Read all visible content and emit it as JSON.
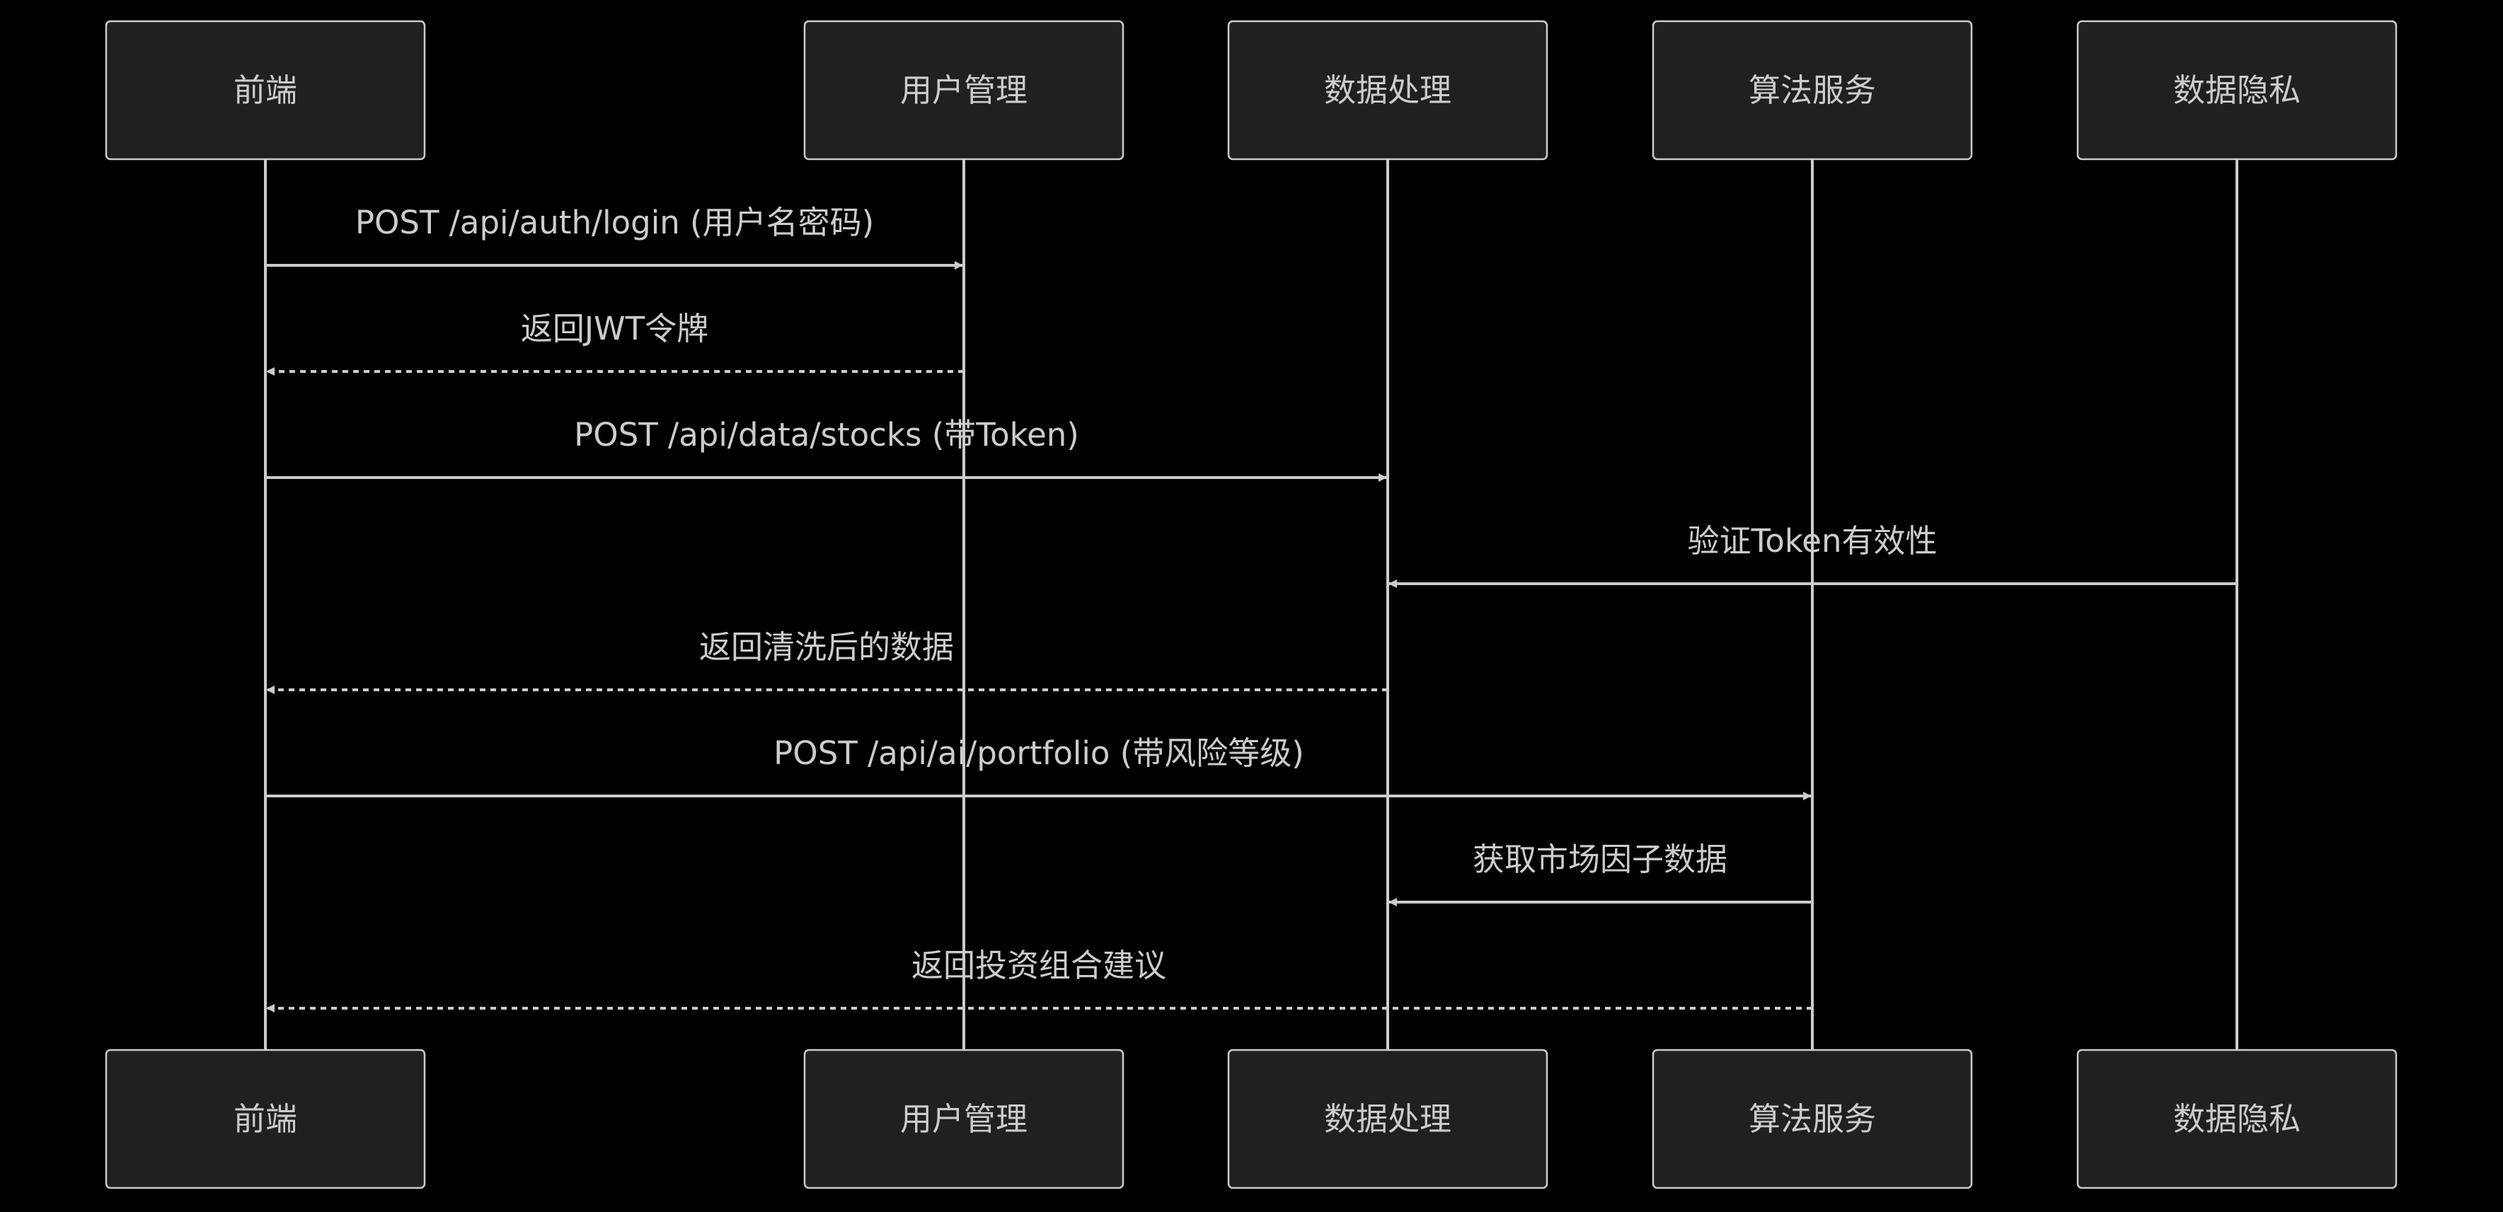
{
  "diagram": {
    "participants": [
      {
        "id": "frontend",
        "label": "前端"
      },
      {
        "id": "user_mgmt",
        "label": "用户管理"
      },
      {
        "id": "data_proc",
        "label": "数据处理"
      },
      {
        "id": "algo",
        "label": "算法服务"
      },
      {
        "id": "privacy",
        "label": "数据隐私"
      }
    ],
    "messages": [
      {
        "from": "frontend",
        "to": "user_mgmt",
        "label": "POST /api/auth/login (用户名密码)",
        "style": "solid"
      },
      {
        "from": "user_mgmt",
        "to": "frontend",
        "label": "返回JWT令牌",
        "style": "dashed"
      },
      {
        "from": "frontend",
        "to": "data_proc",
        "label": "POST /api/data/stocks (带Token)",
        "style": "solid"
      },
      {
        "from": "privacy",
        "to": "data_proc",
        "label": "验证Token有效性",
        "style": "solid"
      },
      {
        "from": "data_proc",
        "to": "frontend",
        "label": "返回清洗后的数据",
        "style": "dashed"
      },
      {
        "from": "frontend",
        "to": "algo",
        "label": "POST /api/ai/portfolio (带风险等级)",
        "style": "solid"
      },
      {
        "from": "algo",
        "to": "data_proc",
        "label": "获取市场因子数据",
        "style": "solid"
      },
      {
        "from": "algo",
        "to": "frontend",
        "label": "返回投资组合建议",
        "style": "dashed"
      }
    ]
  }
}
